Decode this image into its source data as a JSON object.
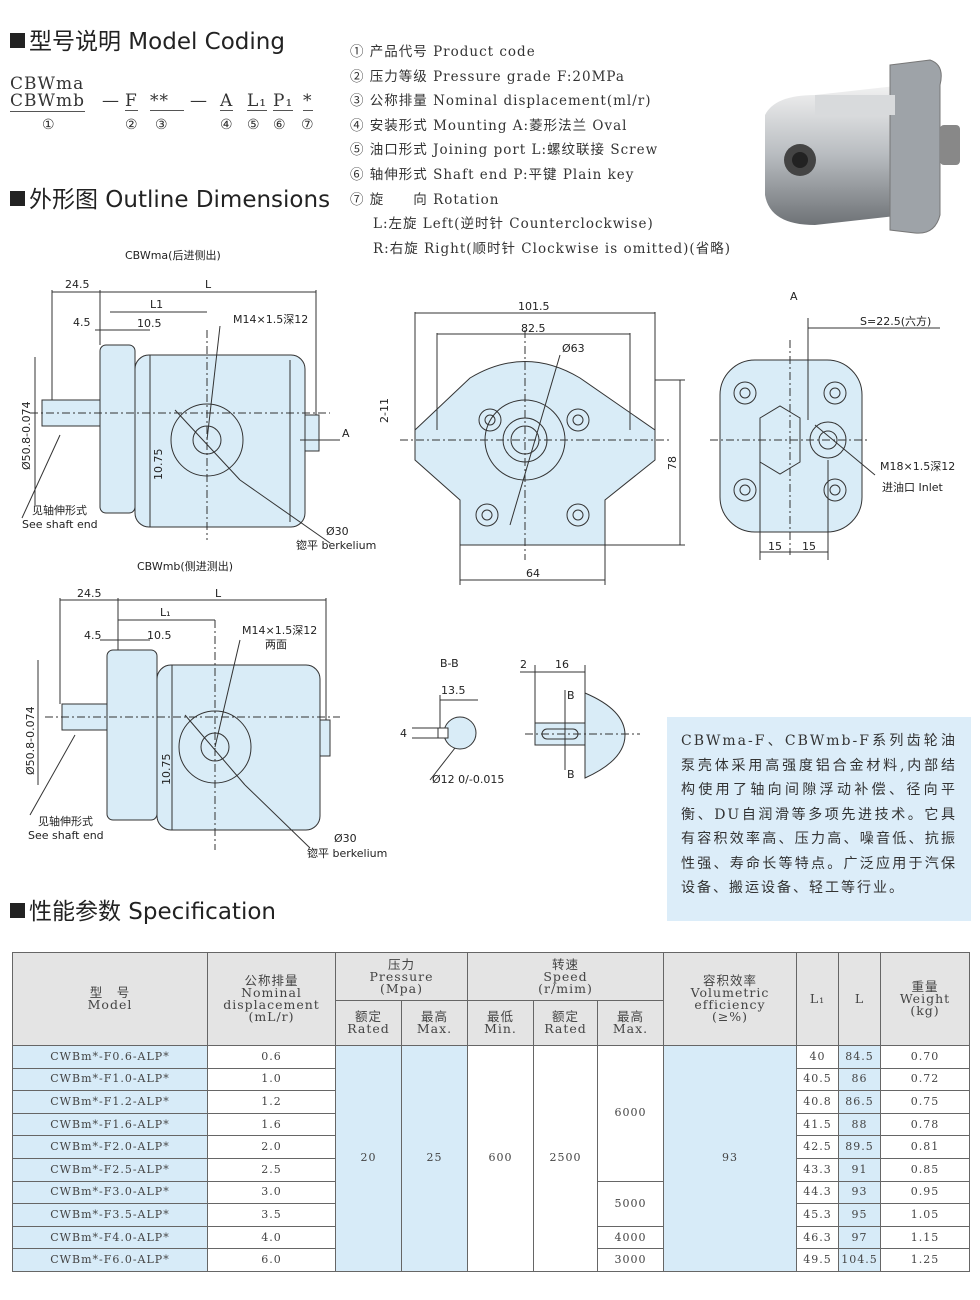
{
  "sections": {
    "model_coding": "型号说明 Model Coding",
    "outline": "外形图 Outline Dimensions",
    "spec": "性能参数 Specification"
  },
  "code": {
    "line1": "CBWma",
    "line2": "CBWmb",
    "dash1": "—",
    "f": "F",
    "stars": "**",
    "dash2": "—",
    "a": "A",
    "l1": "L₁",
    "p1": "P₁",
    "star": "*",
    "n1": "①",
    "n2": "②",
    "n3": "③",
    "n4": "④",
    "n5": "⑤",
    "n6": "⑥",
    "n7": "⑦"
  },
  "items": [
    "① 产品代号 Product code",
    "② 压力等级 Pressure grade F:20MPa",
    "③ 公称排量 Nominal displacement(ml/r)",
    "④ 安装形式 Mounting  A:菱形法兰 Oval",
    "⑤ 油口形式 Joining port L:螺纹联接 Screw",
    "⑥ 轴伸形式 Shaft end P:平键 Plain key",
    "⑦ 旋　　向 Rotation",
    "L:左旋 Left(逆时针 Counterclockwise)",
    "R:右旋 Right(顺时针 Clockwise is omitted)(省略)"
  ],
  "drawings": {
    "a": {
      "title": "CBWma(后进侧出)",
      "d245": "24.5",
      "L": "L",
      "L1": "L1",
      "d45": "4.5",
      "d105": "10.5",
      "port": "M14×1.5深12",
      "dia": "Ø50.8-0.074",
      "d1075": "10.75",
      "A": "A",
      "shaft_cn": "见轴伸形式",
      "shaft_en": "See shaft end",
      "d30": "Ø30",
      "spot": "锪平 berkelium"
    },
    "b": {
      "title": "CBWmb(侧进测出)",
      "d245": "24.5",
      "L": "L",
      "L1": "L₁",
      "d45": "4.5",
      "d105": "10.5",
      "port": "M14×1.5深12",
      "both": "两面",
      "dia": "Ø50.8-0.074",
      "d1075": "10.75",
      "shaft_cn": "见轴伸形式",
      "shaft_en": "See shaft end",
      "d30": "Ø30",
      "spot": "锪平 berkelium"
    },
    "front": {
      "d1015": "101.5",
      "d825": "82.5",
      "d63": "Ø63",
      "d211": "2-11",
      "d78": "78",
      "d64": "64"
    },
    "side": {
      "A": "A",
      "hex": "S=22.5(六方)",
      "port": "M18×1.5深12",
      "inlet": "进油口 Inlet",
      "d15a": "15",
      "d15b": "15"
    },
    "bb": {
      "title": "B-B",
      "d135": "13.5",
      "d4": "4",
      "d12": "Ø12 0/-0.015"
    },
    "key": {
      "d2": "2",
      "d16": "16",
      "b1": "B",
      "b2": "B"
    }
  },
  "description": "CBWma-F、CBWmb-F系列齿轮油泵壳体采用高强度铝合金材料,内部结构使用了轴向间隙浮动补偿、径向平衡、DU自润滑等多项先进技术。它具有容积效率高、压力高、噪音低、抗振性强、寿命长等特点。广泛应用于汽保设备、搬运设备、轻工等行业。",
  "table": {
    "headers": {
      "model": "型　号\nModel",
      "disp": "公称排量\nNominal\ndisplacement\n(mL/r)",
      "pressure": "压力\nPressure\n(Mpa)",
      "speed": "转速\nSpeed\n(r/mim)",
      "eff": "容积效率\nVolumetric\nefficiency\n(≥%)",
      "l1": "L₁",
      "l": "L",
      "weight": "重量\nWeight\n(kg)",
      "p_rated": "额定\nRated",
      "p_max": "最高\nMax.",
      "s_min": "最低\nMin.",
      "s_rated": "额定\nRated",
      "s_max": "最高\nMax."
    },
    "shared": {
      "p_rated": "20",
      "p_max": "25",
      "s_min": "600",
      "s_rated": "2500",
      "eff": "93",
      "smax_6000": "6000",
      "smax_5000": "5000",
      "smax_4000": "4000",
      "smax_3000": "3000"
    },
    "rows": [
      {
        "model": "CWBm*-F0.6-ALP*",
        "disp": "0.6",
        "l1": "40",
        "l": "84.5",
        "w": "0.70"
      },
      {
        "model": "CWBm*-F1.0-ALP*",
        "disp": "1.0",
        "l1": "40.5",
        "l": "86",
        "w": "0.72"
      },
      {
        "model": "CWBm*-F1.2-ALP*",
        "disp": "1.2",
        "l1": "40.8",
        "l": "86.5",
        "w": "0.75"
      },
      {
        "model": "CWBm*-F1.6-ALP*",
        "disp": "1.6",
        "l1": "41.5",
        "l": "88",
        "w": "0.78"
      },
      {
        "model": "CWBm*-F2.0-ALP*",
        "disp": "2.0",
        "l1": "42.5",
        "l": "89.5",
        "w": "0.81"
      },
      {
        "model": "CWBm*-F2.5-ALP*",
        "disp": "2.5",
        "l1": "43.3",
        "l": "91",
        "w": "0.85"
      },
      {
        "model": "CWBm*-F3.0-ALP*",
        "disp": "3.0",
        "l1": "44.3",
        "l": "93",
        "w": "0.95"
      },
      {
        "model": "CWBm*-F3.5-ALP*",
        "disp": "3.5",
        "l1": "45.3",
        "l": "95",
        "w": "1.05"
      },
      {
        "model": "CWBm*-F4.0-ALP*",
        "disp": "4.0",
        "l1": "46.3",
        "l": "97",
        "w": "1.15"
      },
      {
        "model": "CWBm*-F6.0-ALP*",
        "disp": "6.0",
        "l1": "49.5",
        "l": "104.5",
        "w": "1.25"
      }
    ]
  }
}
